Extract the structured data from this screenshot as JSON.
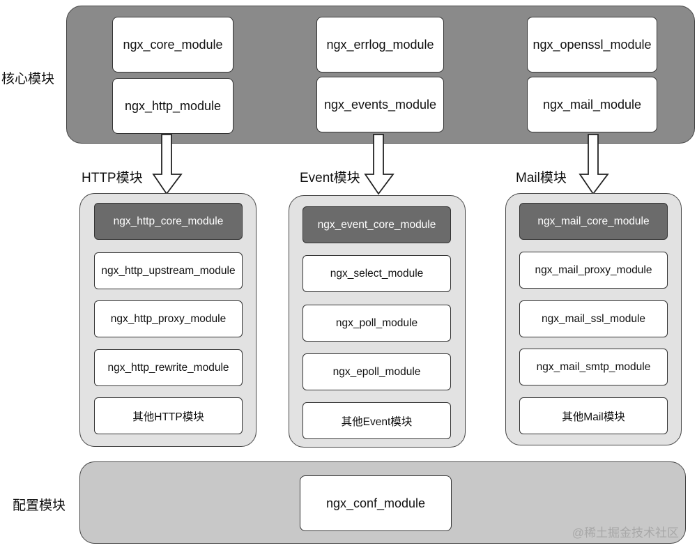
{
  "core": {
    "label": "核心模块",
    "modules": [
      "ngx_core_module",
      "ngx_errlog_module",
      "ngx_openssl_module",
      "ngx_http_module",
      "ngx_events_module",
      "ngx_mail_module"
    ]
  },
  "http": {
    "label": "HTTP模块",
    "modules": [
      "ngx_http_core_module",
      "ngx_http_upstream_module",
      "ngx_http_proxy_module",
      "ngx_http_rewrite_module",
      "其他HTTP模块"
    ]
  },
  "event": {
    "label": "Event模块",
    "modules": [
      "ngx_event_core_module",
      "ngx_select_module",
      "ngx_poll_module",
      "ngx_epoll_module",
      "其他Event模块"
    ]
  },
  "mail": {
    "label": "Mail模块",
    "modules": [
      "ngx_mail_core_module",
      "ngx_mail_proxy_module",
      "ngx_mail_ssl_module",
      "ngx_mail_smtp_module",
      "其他Mail模块"
    ]
  },
  "conf": {
    "label": "配置模块",
    "modules": [
      "ngx_conf_module"
    ]
  },
  "watermark": "@稀土掘金技术社区",
  "colors": {
    "core_group_fill": "#8a8a8a",
    "sub_group_fill": "#e2e2e2",
    "conf_group_fill": "#c8c8c8",
    "core_module_fill": "#6b6b6b",
    "box_fill": "#ffffff"
  }
}
